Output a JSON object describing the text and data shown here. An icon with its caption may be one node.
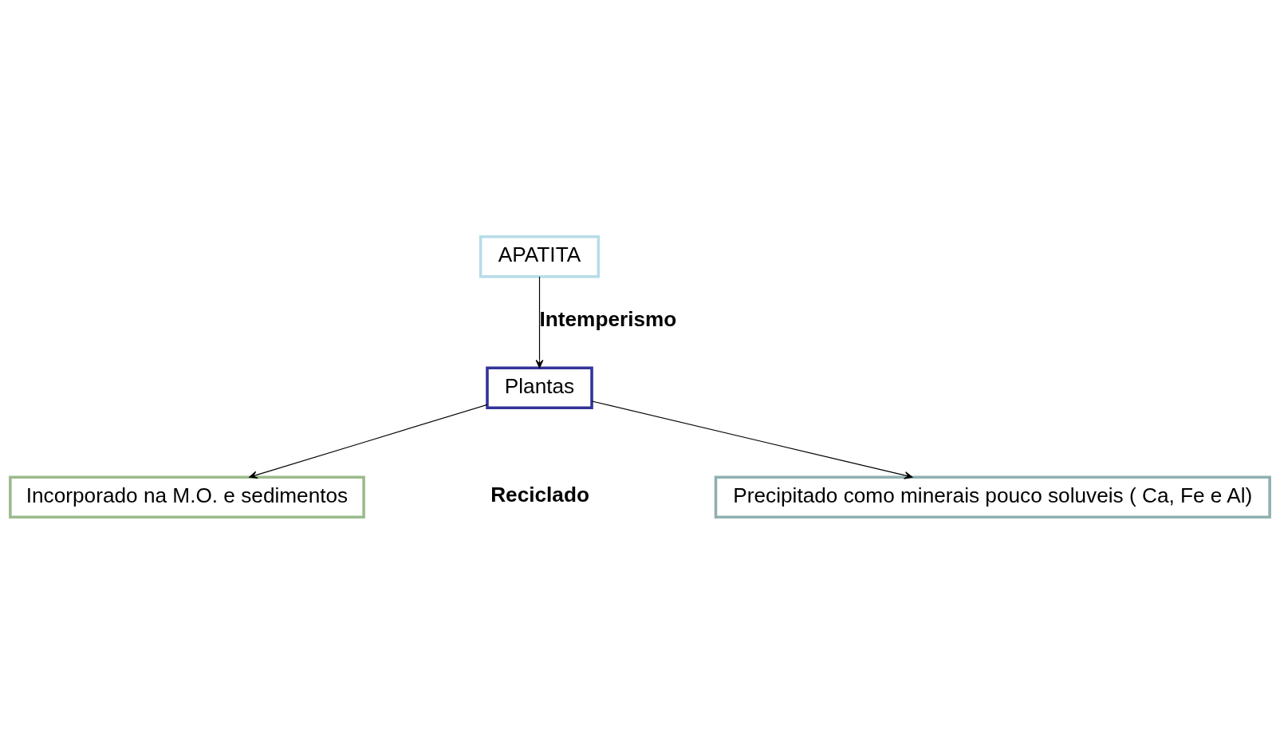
{
  "diagram": {
    "nodes": [
      {
        "text": [
          "APATITA"
        ]
      },
      {
        "text": [
          "Plantas"
        ]
      },
      {
        "text": [
          "Incorporado na M.O. e sedimentos"
        ]
      },
      {
        "text": [
          "Precipitado como minerais pouco soluveis ( Ca, Fe e Al)"
        ]
      }
    ],
    "edges": [
      {
        "from": 0,
        "to": 1,
        "arrow": "to",
        "label": "Intemperismo"
      },
      {
        "from": 1,
        "to": 2,
        "arrow": "to"
      },
      {
        "from": 1,
        "to": 3,
        "arrow": "to"
      }
    ],
    "labels": [
      "Reciclado"
    ]
  }
}
